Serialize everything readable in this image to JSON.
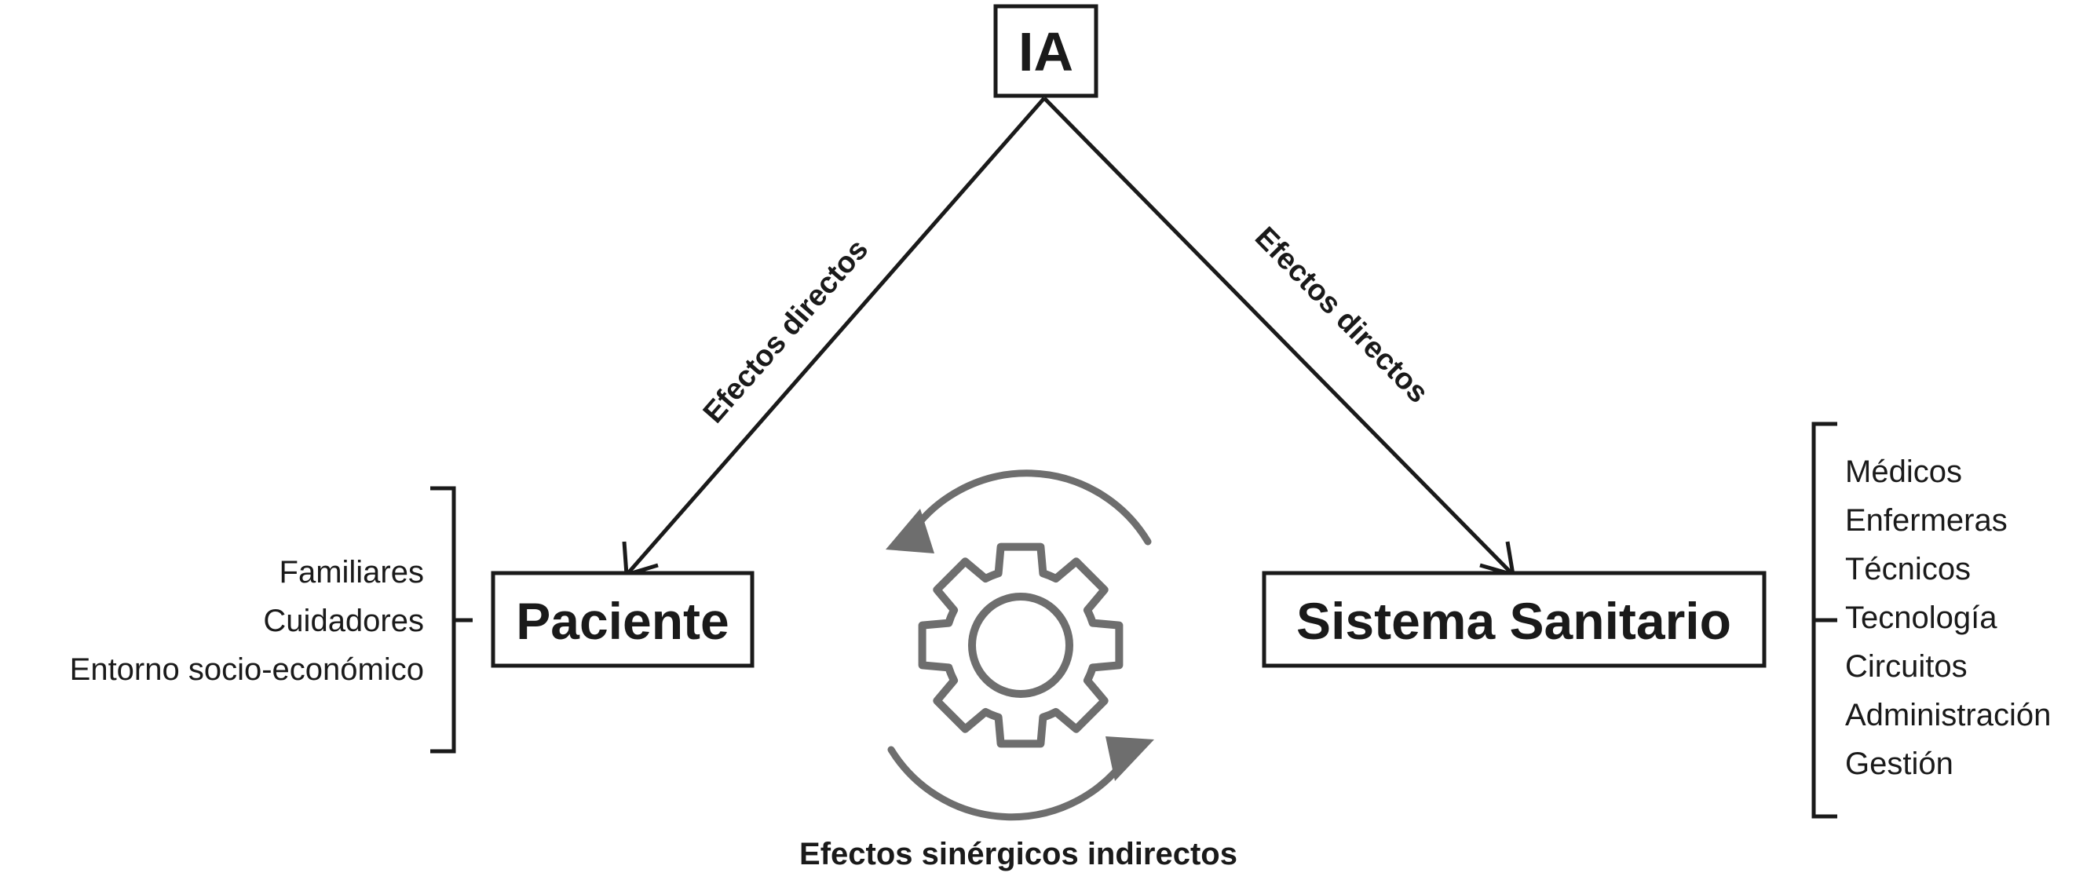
{
  "nodes": {
    "ia": "IA",
    "paciente": "Paciente",
    "sistema": "Sistema Sanitario"
  },
  "edges": {
    "left_label": "Efectos directos",
    "right_label": "Efectos directos"
  },
  "patient_factors": [
    "Familiares",
    "Cuidadores",
    "Entorno socio-económico"
  ],
  "health_system_components": [
    "Médicos",
    "Enfermeras",
    "Técnicos",
    "Tecnología",
    "Circuitos",
    "Administración",
    "Gestión"
  ],
  "caption": "Efectos sinérgicos indirectos",
  "icons": {
    "center": "gear-cycle-icon"
  },
  "colors": {
    "ink": "#1a1a1a",
    "icon_gray": "#6e6e6e"
  }
}
